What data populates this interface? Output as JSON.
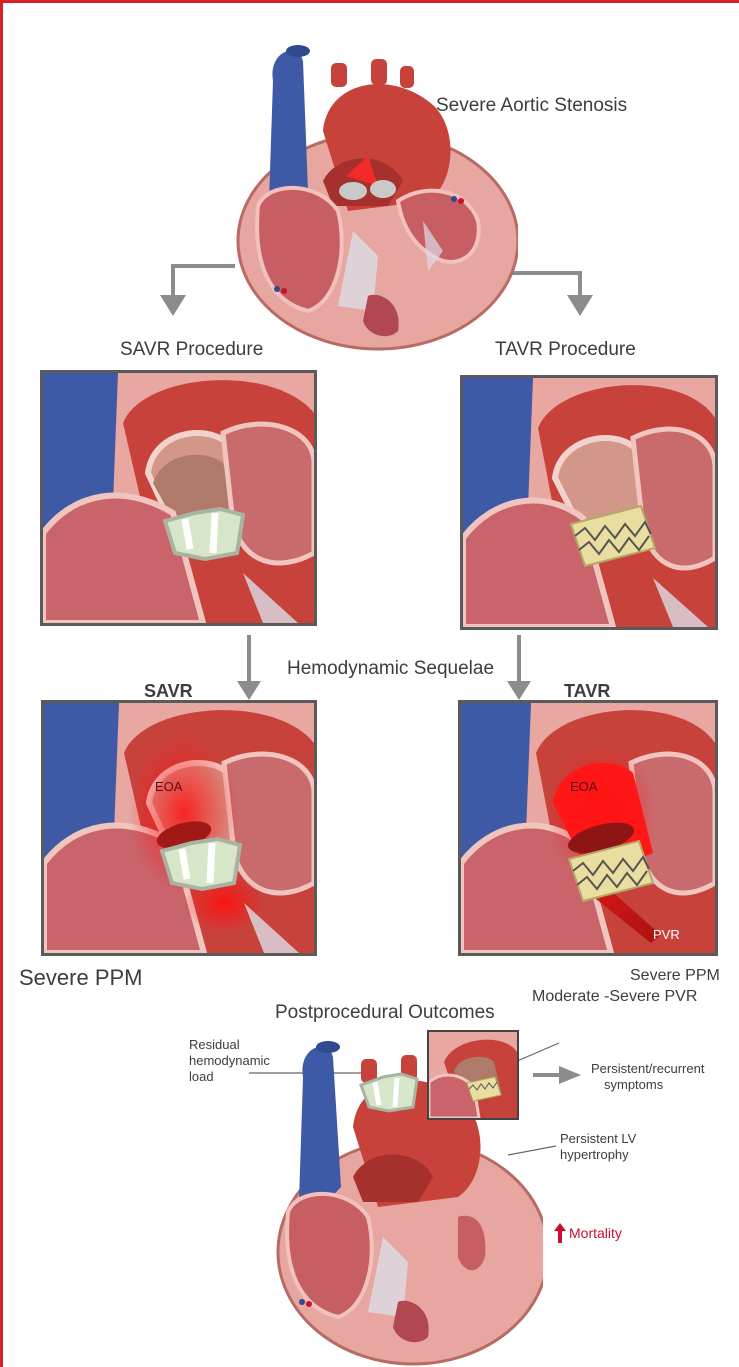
{
  "top": {
    "title": "Severe Aortic Stenosis"
  },
  "procedures": {
    "savr": "SAVR Procedure",
    "tavr": "TAVR Procedure"
  },
  "sequelae": {
    "title": "Hemodynamic Sequelae",
    "savr_heading": "SAVR",
    "tavr_heading": "TAVR",
    "eoa_left": "EOA",
    "eoa_right": "EOA",
    "pvr_tag": "PVR"
  },
  "findings": {
    "savr": "Severe PPM",
    "tavr_line1": "Severe PPM",
    "tavr_line2": "Moderate -Severe PVR"
  },
  "outcomes": {
    "title": "Postprocedural Outcomes",
    "residual_1": "Residual",
    "residual_2": "hemodynamic",
    "residual_3": "load",
    "symptoms_1": "Persistent/recurrent",
    "symptoms_2": "symptoms",
    "lvh_1": "Persistent LV",
    "lvh_2": "hypertrophy",
    "mortality": "Mortality"
  },
  "colors": {
    "border": "#d71f26",
    "arrow": "#8c8c8c",
    "vessel_blue": "#3e5aa6",
    "aorta_red": "#c8423c",
    "myocardium": "#e7a6a0",
    "valve_green": "#cfe0c0",
    "valve_gold": "#e9dea0",
    "mortality_red": "#c8102e"
  }
}
